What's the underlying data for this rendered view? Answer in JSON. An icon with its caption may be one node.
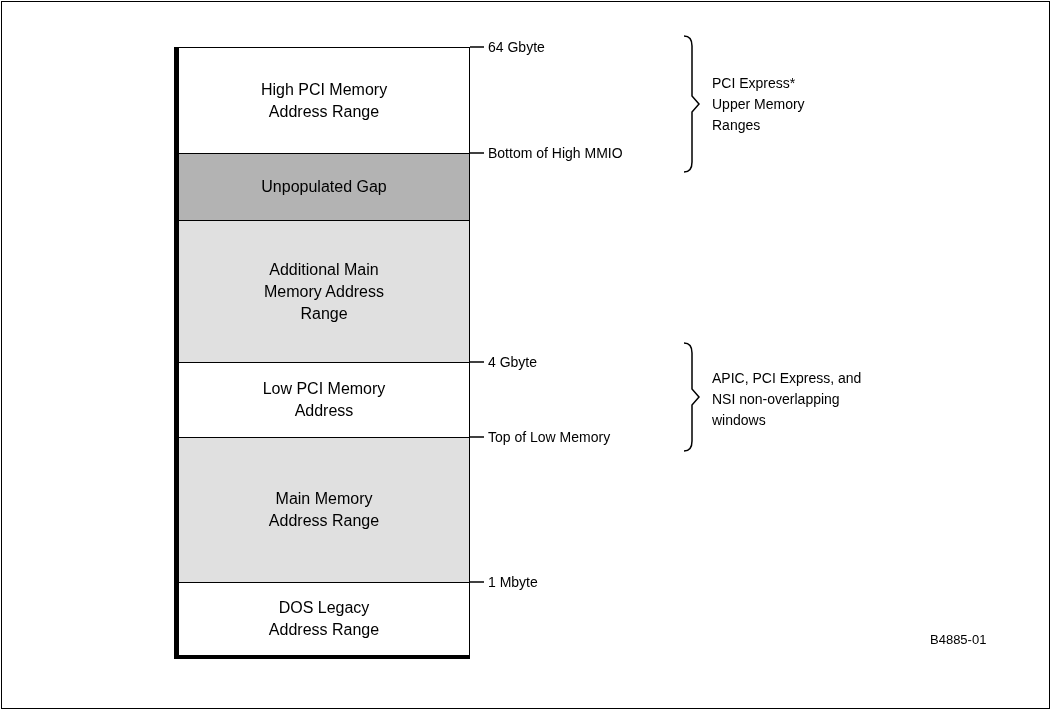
{
  "diagram": {
    "nodes": [
      {
        "text": [
          "High PCI Memory Address Range"
        ]
      },
      {
        "text": [
          "Unpopulated Gap"
        ]
      },
      {
        "text": [
          "Additional Main Memory Address Range"
        ]
      },
      {
        "text": [
          "Low PCI Memory Address"
        ]
      },
      {
        "text": [
          "Main Memory Address Range"
        ]
      },
      {
        "text": [
          "DOS Legacy Address Range"
        ]
      },
      {
        "text": [
          "64 Gbyte"
        ]
      },
      {
        "text": [
          "Bottom of High MMIO"
        ]
      },
      {
        "text": [
          "4 Gbyte"
        ]
      },
      {
        "text": [
          "Top of Low Memory"
        ]
      },
      {
        "text": [
          "1 Mbyte"
        ]
      }
    ],
    "edges": [
      {
        "from": 6,
        "to": 0,
        "arrow": "none"
      },
      {
        "from": 7,
        "to": 1,
        "arrow": "none"
      },
      {
        "from": 8,
        "to": 3,
        "arrow": "none"
      },
      {
        "from": 9,
        "to": 4,
        "arrow": "none"
      },
      {
        "from": 10,
        "to": 5,
        "arrow": "none"
      }
    ],
    "labels": [
      "PCI Express* Upper Memory Ranges",
      "APIC, PCI Express, and NSI non-overlapping windows",
      "B4885-01"
    ]
  }
}
